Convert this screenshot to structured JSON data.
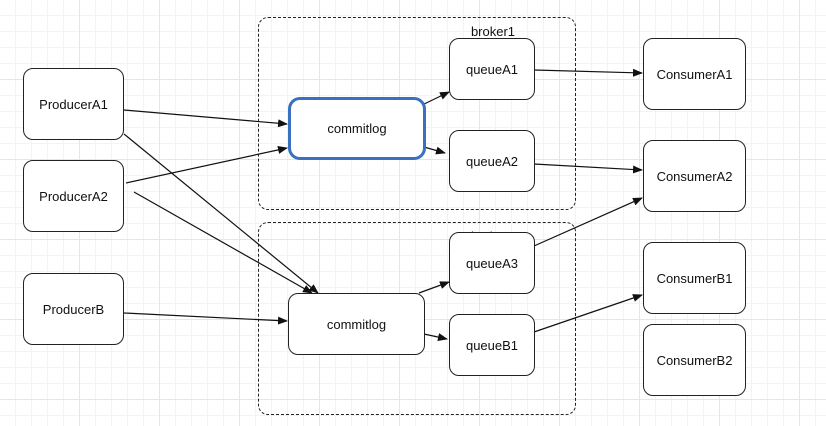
{
  "brokers": [
    {
      "label": "broker1"
    },
    {
      "label": "broker2"
    }
  ],
  "producers": [
    {
      "label": "ProducerA1"
    },
    {
      "label": "ProducerA2"
    },
    {
      "label": "ProducerB"
    }
  ],
  "commitlogs": [
    {
      "label": "commitlog"
    },
    {
      "label": "commitlog"
    }
  ],
  "queues": [
    {
      "label": "queueA1"
    },
    {
      "label": "queueA2"
    },
    {
      "label": "queueA3"
    },
    {
      "label": "queueB1"
    }
  ],
  "consumers": [
    {
      "label": "ConsumerA1"
    },
    {
      "label": "ConsumerA2"
    },
    {
      "label": "ConsumerB1"
    },
    {
      "label": "ConsumerB2"
    }
  ],
  "colors": {
    "selected_border": "#3a70c0",
    "line": "#111111"
  }
}
